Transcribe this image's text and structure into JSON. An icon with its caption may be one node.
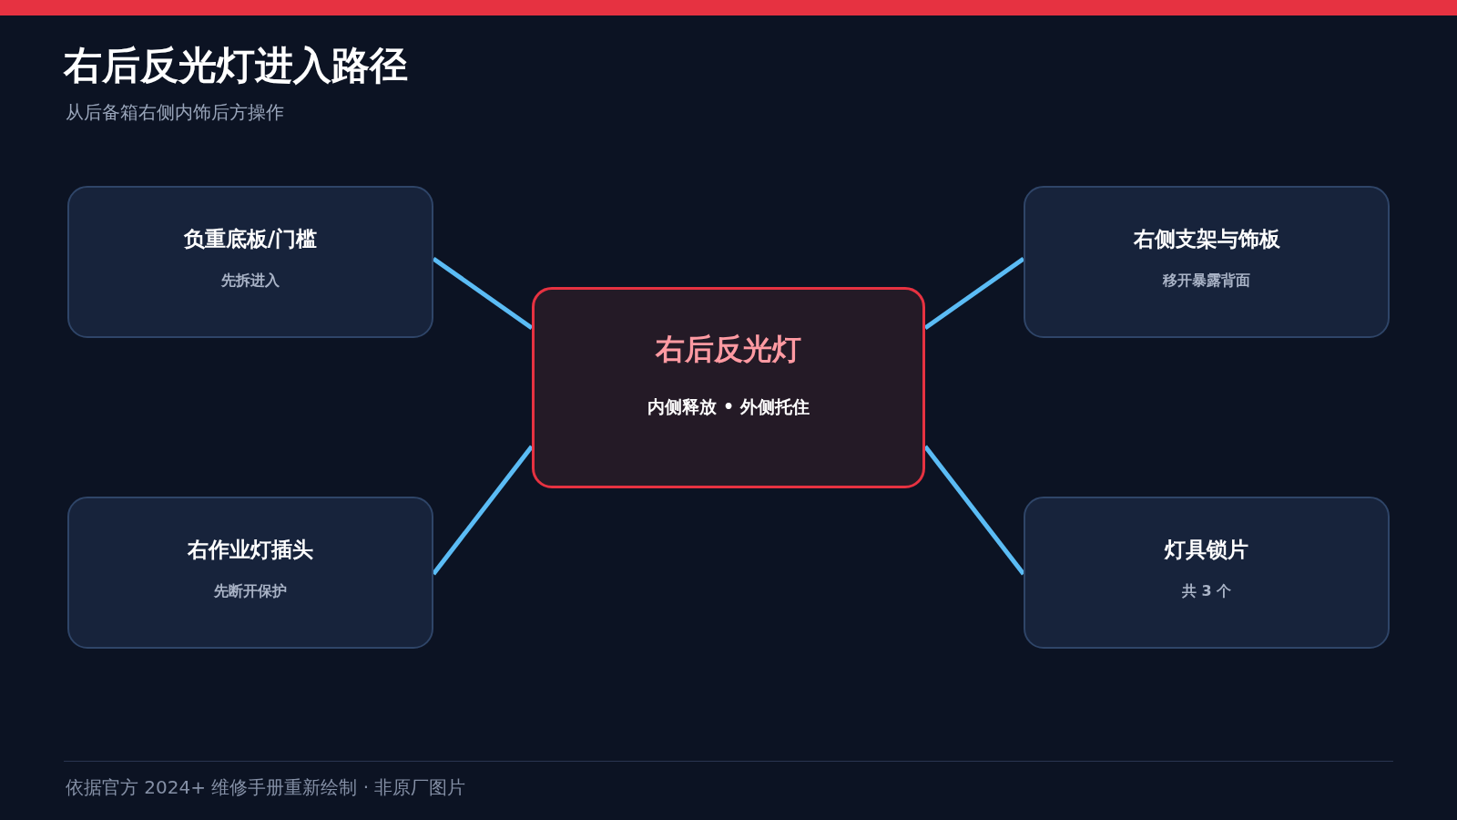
{
  "diagram": {
    "title": "右后反光灯进入路径",
    "caption": "从后备箱右侧内饰后方操作",
    "nodes": [
      {
        "text": [
          "负重底板/门槛",
          "先拆进入"
        ]
      },
      {
        "text": [
          "右侧支架与饰板",
          "移开暴露背面"
        ]
      },
      {
        "text": [
          "右后反光灯",
          "内侧释放 • 外侧托住"
        ]
      },
      {
        "text": [
          "右作业灯插头",
          "先断开保护"
        ]
      },
      {
        "text": [
          "灯具锁片",
          "共 3 个"
        ]
      }
    ],
    "edges": [
      {
        "from": 2,
        "to": 0,
        "arrow": "none"
      },
      {
        "from": 2,
        "to": 1,
        "arrow": "none"
      },
      {
        "from": 2,
        "to": 3,
        "arrow": "none"
      },
      {
        "from": 2,
        "to": 4,
        "arrow": "none"
      }
    ],
    "labels": [
      "依据官方 2024+ 维修手册重新绘制 · 非原厂图片"
    ]
  }
}
